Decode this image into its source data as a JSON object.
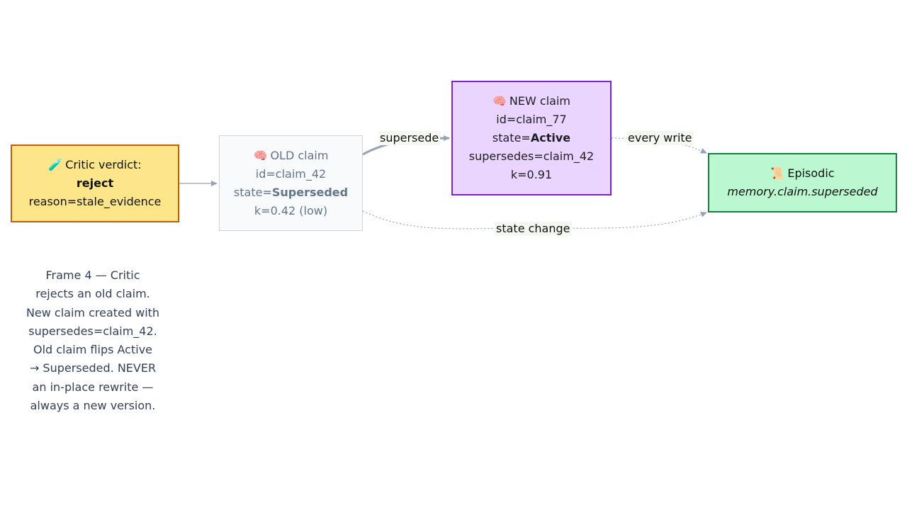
{
  "nodes": {
    "critic": {
      "icon": "test-tube-icon",
      "glyph": "🧪",
      "title": "Critic verdict:",
      "verdict": "reject",
      "reason": "reason=stale_evidence"
    },
    "old_claim": {
      "icon": "brain-icon",
      "glyph": "🧠",
      "title": "OLD claim",
      "id": "id=claim_42",
      "state_prefix": "state=",
      "state_value": "Superseded",
      "k": "k=0.42 (low)"
    },
    "new_claim": {
      "icon": "brain-icon",
      "glyph": "🧠",
      "title": "NEW claim",
      "id": "id=claim_77",
      "state_prefix": "state=",
      "state_value": "Active",
      "supersedes": "supersedes=claim_42",
      "k": "k=0.91"
    },
    "episodic": {
      "icon": "scroll-icon",
      "glyph": "📜",
      "title": "Episodic",
      "event": "memory.claim.superseded"
    }
  },
  "edges": {
    "supersede": "supersede",
    "every_write": "every write",
    "state_change": "state change"
  },
  "caption": {
    "lines": [
      "Frame 4 — Critic",
      "rejects an old claim.",
      "New claim created with",
      "supersedes=claim_42.",
      "Old claim flips Active",
      "→ Superseded. NEVER",
      "an in-place rewrite —",
      "always a new version."
    ]
  },
  "colors": {
    "critic_fill": "#fde68a",
    "critic_border": "#c25e0a",
    "old_fill": "#f8fafc",
    "old_border": "#cbd5e1",
    "new_fill": "#e9d5ff",
    "new_border": "#7e22ce",
    "episodic_fill": "#bbf7d0",
    "episodic_border": "#15803d",
    "edge": "#94a3b8"
  }
}
